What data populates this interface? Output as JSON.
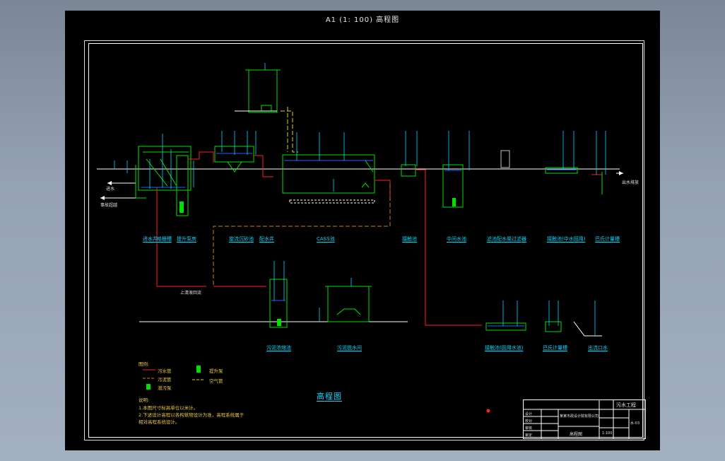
{
  "sheet": {
    "title": "A1 (1: 100) 高程图"
  },
  "process_labels": [
    "进水井",
    "格栅槽",
    "提升泵房",
    "旋流沉砂池",
    "配水井",
    "CASS池",
    "接触池",
    "中间水池",
    "滤池配水渠过滤器",
    "接触池(中水回用)",
    "巴氏计量槽",
    "污泥浓缩池",
    "污泥脱水间",
    "接触池(回用水池)",
    "巴氏计量槽",
    "出流口水"
  ],
  "line_labels": {
    "inflow": "进水",
    "sewer": "事故超越",
    "outflow": "出水排放",
    "return_sludge": "上清液回流"
  },
  "diagram_title": "高程图",
  "legend": {
    "title": "图例:",
    "items": [
      "污水管",
      "污泥管",
      "潜污泵",
      "提升泵",
      "空气管"
    ]
  },
  "notes": {
    "title": "说明:",
    "lines": [
      "1.本图尺寸标高单位以米计。",
      "2.下述设计高程以各构筑物设计为准，高程系统属于",
      "  相对高程系统设计。"
    ]
  },
  "title_block": {
    "project": "污水工程",
    "drawing": "高程图",
    "rows": [
      "设计",
      "校对",
      "审核",
      "审定"
    ],
    "company": "某某市政设计院有限公司",
    "sheet_no": "水-03",
    "scale": "1:100"
  }
}
